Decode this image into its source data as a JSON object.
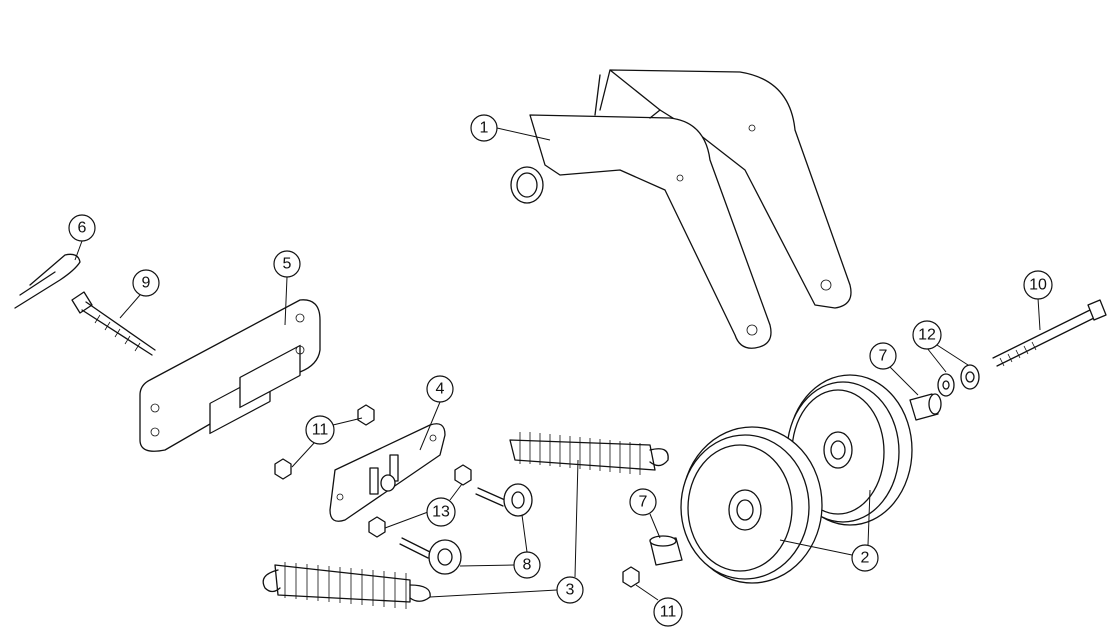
{
  "diagram": {
    "type": "exploded parts diagram",
    "callouts": {
      "bracket": "1",
      "pulley": "2",
      "spring": "3",
      "spring_plate": "4",
      "mount_plate": "5",
      "hairpin_clip": "6",
      "spacer_upper": "7",
      "spacer_lower": "7",
      "eyebolt": "8",
      "bolt_short": "9",
      "bolt_long": "10",
      "nut_left": "11",
      "nut_bottom": "11",
      "washers": "12",
      "nut_plate": "13"
    }
  }
}
